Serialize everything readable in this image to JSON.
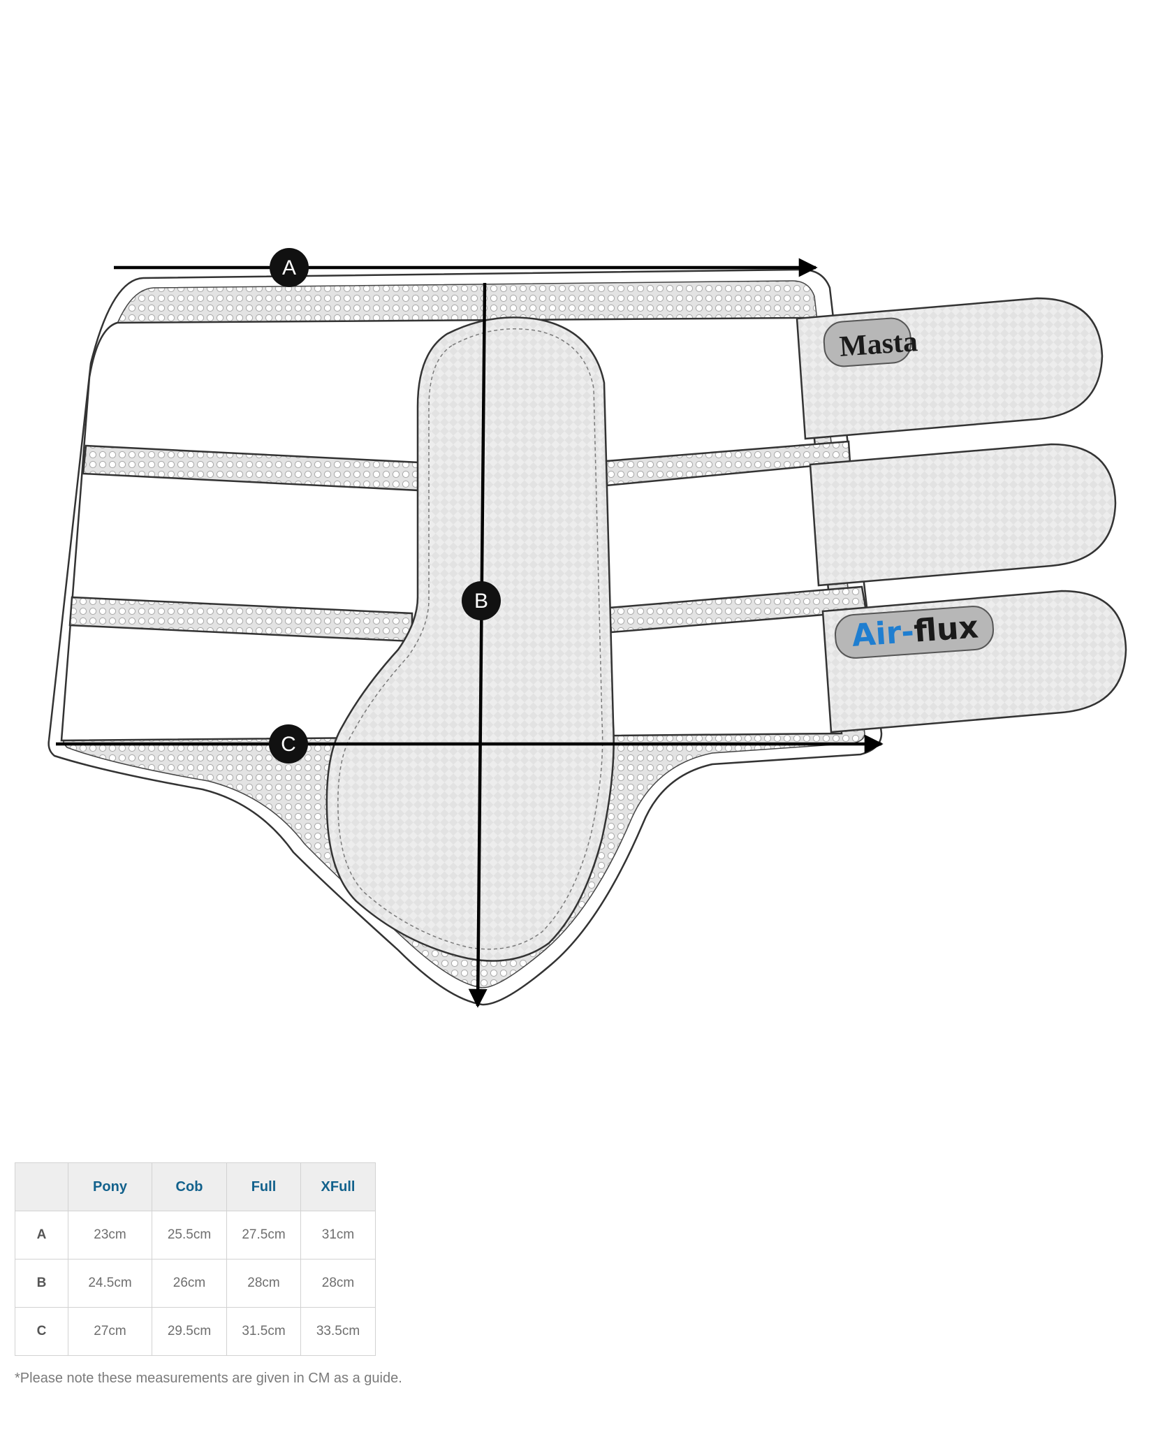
{
  "diagram": {
    "labels": {
      "a": "A",
      "b": "B",
      "c": "C"
    },
    "brand": {
      "masta": "Masta",
      "air": "Air",
      "flux": "flux"
    },
    "colors": {
      "outline": "#333333",
      "mesh": "#d7d7d7",
      "panel": "#ececec",
      "air_blue": "#1f7ed0",
      "badge": "#b7b7b7"
    }
  },
  "table": {
    "headers": [
      "",
      "Pony",
      "Cob",
      "Full",
      "XFull"
    ],
    "rows": [
      {
        "label": "A",
        "values": [
          "23cm",
          "25.5cm",
          "27.5cm",
          "31cm"
        ]
      },
      {
        "label": "B",
        "values": [
          "24.5cm",
          "26cm",
          "28cm",
          "28cm"
        ]
      },
      {
        "label": "C",
        "values": [
          "27cm",
          "29.5cm",
          "31.5cm",
          "33.5cm"
        ]
      }
    ]
  },
  "note": "*Please note these measurements are given in CM as a guide."
}
